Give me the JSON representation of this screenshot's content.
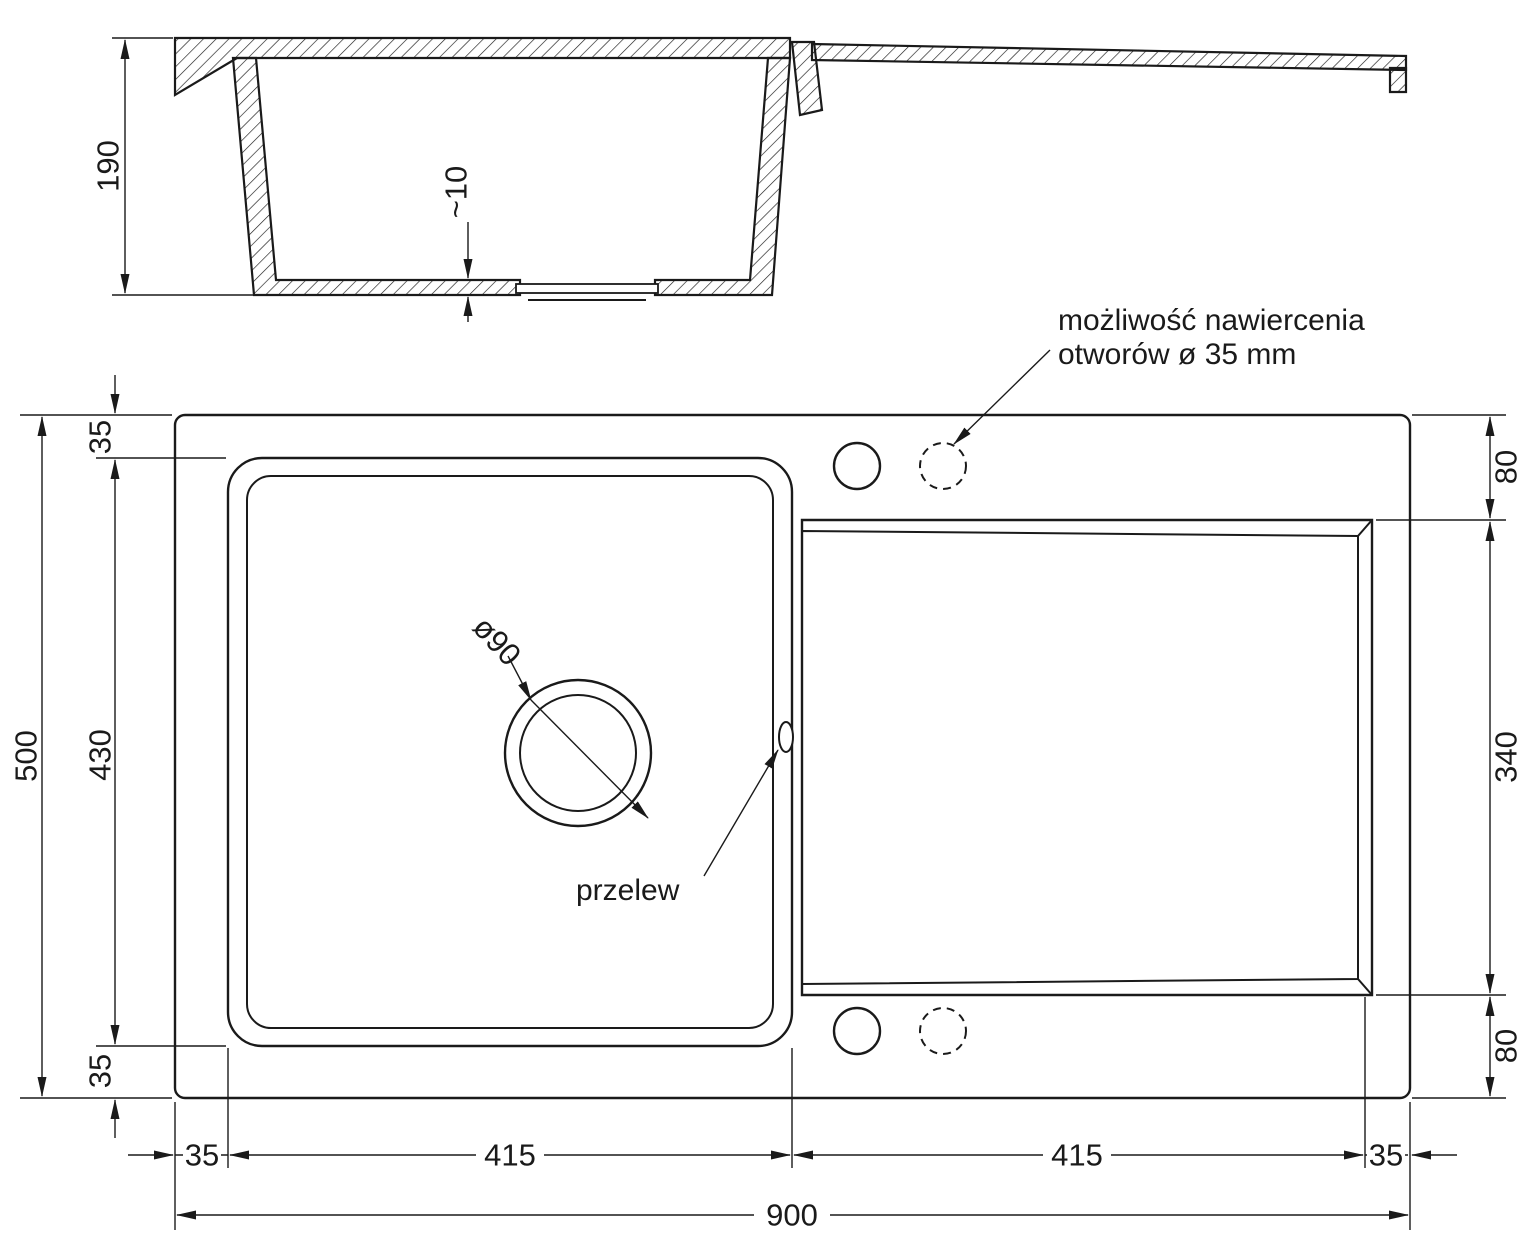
{
  "colors": {
    "line": "#1a1a1a",
    "background": "#ffffff"
  },
  "section_view": {
    "depth": "190",
    "bottom_thickness": "~10"
  },
  "plan_view": {
    "drain_diameter_label": "ø90",
    "overflow_label": "przelew",
    "drill_note": {
      "line1": "możliwość nawiercenia",
      "line2": "otworów ø 35 mm"
    },
    "dimensions": {
      "total_height": "500",
      "margin_top": "35",
      "basin_height": "430",
      "margin_bottom": "35",
      "right_top": "80",
      "drainboard_height": "340",
      "right_bottom": "80",
      "bottom_margin_left": "35",
      "basin_width": "415",
      "drainboard_width": "415",
      "bottom_margin_right": "35",
      "total_width": "900"
    }
  }
}
